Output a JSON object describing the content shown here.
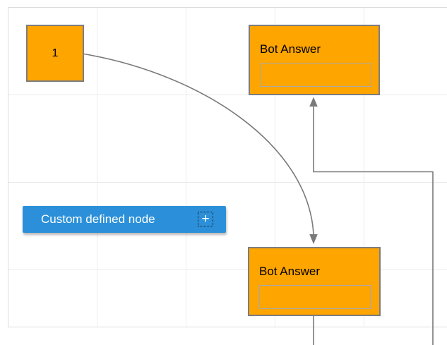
{
  "canvas": {
    "type": "flow-diagram-editor",
    "grid_visible": true
  },
  "colors": {
    "node_fill": "#FFA500",
    "node_border": "#7d7d7d",
    "custom_node_fill": "#2B90D9",
    "custom_node_text": "#ffffff",
    "connector": "#7a7a7a",
    "grid_line": "#ebebeb",
    "canvas_border": "#dcdcdc"
  },
  "nodes": {
    "start": {
      "label": "1"
    },
    "bot_answer_top": {
      "title": "Bot Answer",
      "field_value": ""
    },
    "bot_answer_bottom": {
      "title": "Bot Answer",
      "field_value": ""
    },
    "custom": {
      "label": "Custom defined node",
      "add_button": "+",
      "selected": true
    }
  },
  "connectors": {
    "curve": {
      "from": "start",
      "to": "bot_answer_bottom",
      "style": "bezier",
      "arrow": "down"
    },
    "elbow": {
      "to": "bot_answer_top",
      "style": "orthogonal",
      "arrow": "up"
    },
    "stub": {
      "from": "bot_answer_bottom",
      "style": "orthogonal"
    }
  }
}
